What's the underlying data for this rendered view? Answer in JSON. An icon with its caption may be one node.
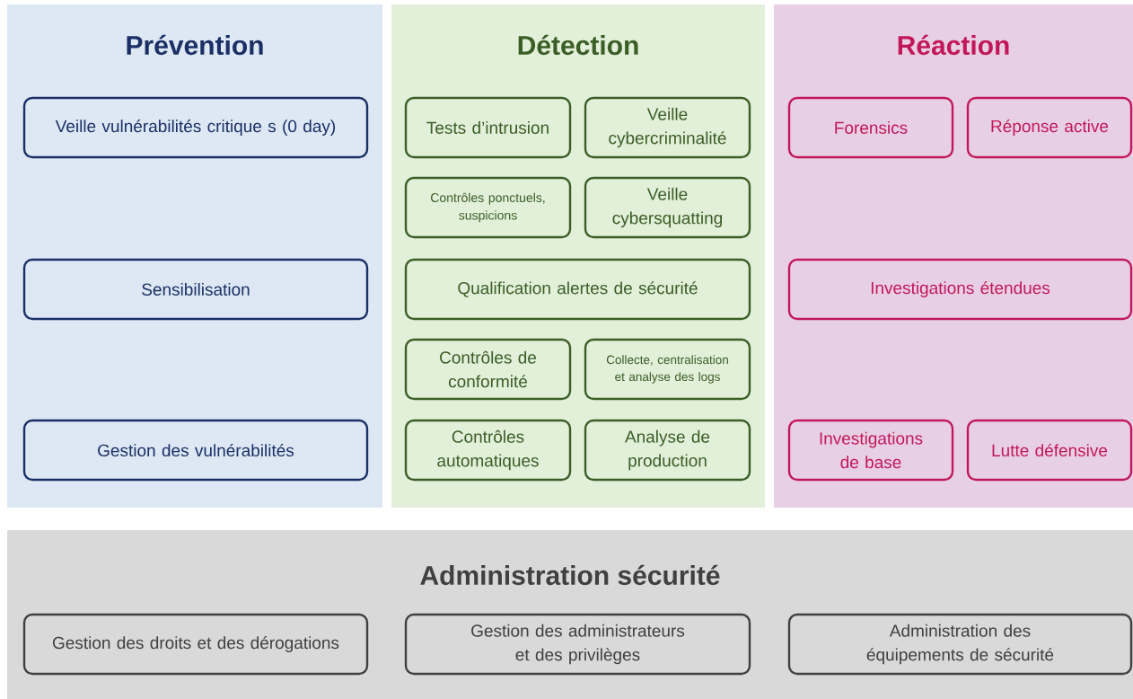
{
  "diagram": {
    "nodes": [
      {
        "text": [
          "Prévention"
        ]
      },
      {
        "text": [
          "Veille vulnérabilités critique s (0 day)"
        ],
        "in": 0
      },
      {
        "text": [
          "Sensibilisation"
        ],
        "in": 0
      },
      {
        "text": [
          "Gestion des vulnérabilités"
        ],
        "in": 0
      },
      {
        "text": [
          "Détection"
        ]
      },
      {
        "text": [
          "Tests d’intrusion"
        ],
        "in": 4
      },
      {
        "text": [
          "Veille cybercriminalité"
        ],
        "in": 4
      },
      {
        "text": [
          "Contrôles ponctuels, suspicions"
        ],
        "in": 4
      },
      {
        "text": [
          "Veille cybersquatting"
        ],
        "in": 4
      },
      {
        "text": [
          "Qualification alertes de sécurité"
        ],
        "in": 4
      },
      {
        "text": [
          "Contrôles de conformité"
        ],
        "in": 4
      },
      {
        "text": [
          "Collecte, centralisation et analyse des logs"
        ],
        "in": 4
      },
      {
        "text": [
          "Contrôles automatiques"
        ],
        "in": 4
      },
      {
        "text": [
          "Analyse de production"
        ],
        "in": 4
      },
      {
        "text": [
          "Réaction"
        ]
      },
      {
        "text": [
          "Forensics"
        ],
        "in": 14
      },
      {
        "text": [
          "Réponse active"
        ],
        "in": 14
      },
      {
        "text": [
          "Investigations étendues"
        ],
        "in": 14
      },
      {
        "text": [
          "Investigations de base"
        ],
        "in": 14
      },
      {
        "text": [
          "Lutte défensive"
        ],
        "in": 14
      },
      {
        "text": [
          "Administration sécurité"
        ]
      },
      {
        "text": [
          "Gestion des droits et des dérogations"
        ],
        "in": 20
      },
      {
        "text": [
          "Gestion des administrateurs et des privilèges"
        ],
        "in": 20
      },
      {
        "text": [
          "Administration des équipements de sécurité"
        ],
        "in": 20
      }
    ]
  }
}
